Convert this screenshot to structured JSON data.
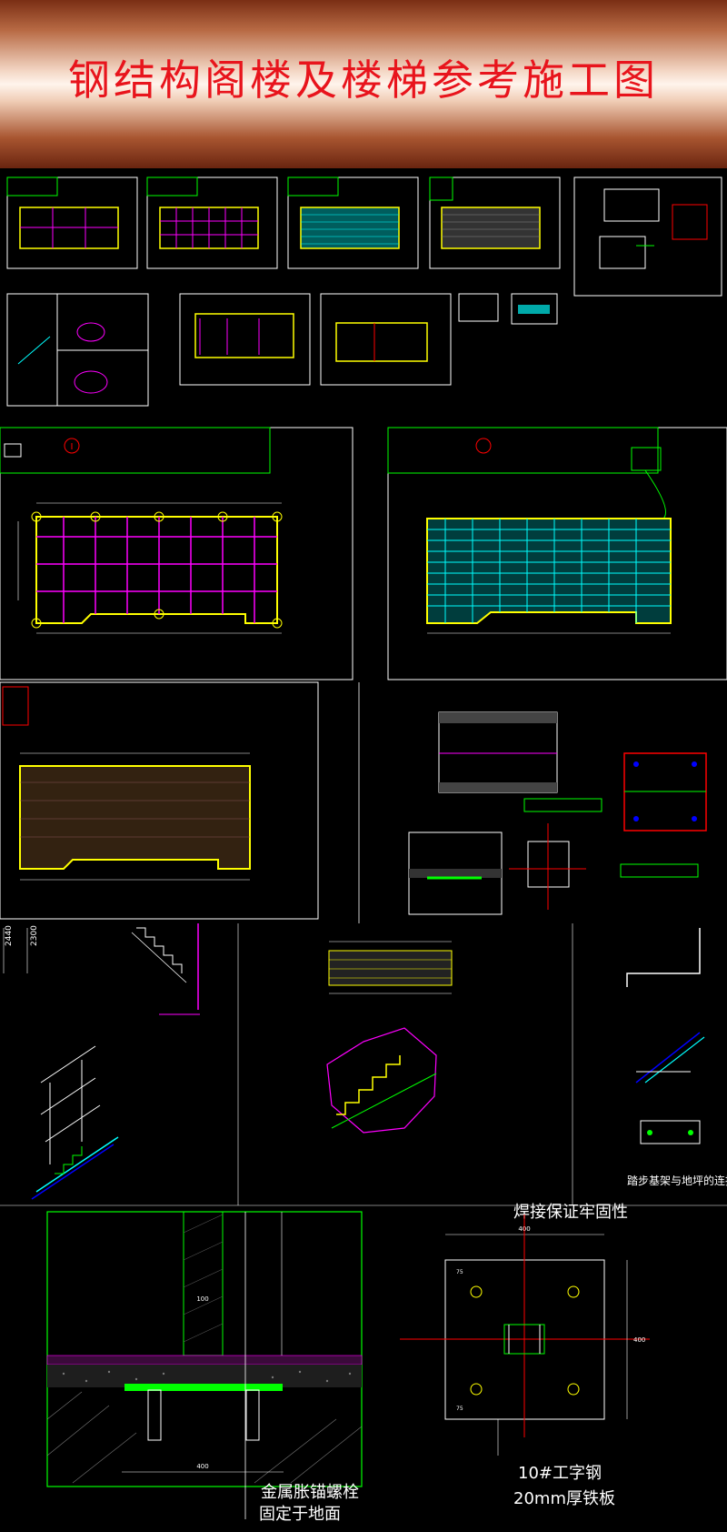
{
  "banner": {
    "title": "钢结构阁楼及楼梯参考施工图"
  },
  "details": {
    "bolt_caption_line1": "金属胀锚螺栓",
    "bolt_caption_line2": "固定于地面",
    "weld_caption": "焊接保证牢固性",
    "ibeam_caption": "10#工字钢",
    "plate_caption": "20mm厚铁板",
    "stair_detail_caption": "踏步基架与地坪的连接",
    "bolt_dim": "400",
    "plate_dim": "400",
    "plate_dim_side": "400",
    "ibeam_dim": "100",
    "edge_dim_a": "75",
    "edge_dim_b": "75",
    "stair_dims": [
      "2440",
      "2300"
    ]
  },
  "colors": {
    "title_red": "#e8141c",
    "cad_magenta": "#ff00ff",
    "cad_cyan": "#00ffff",
    "cad_yellow": "#ffff00",
    "cad_green": "#00ff00",
    "cad_white": "#ffffff",
    "cad_red": "#ff0000",
    "cad_orange": "#ff9900"
  }
}
